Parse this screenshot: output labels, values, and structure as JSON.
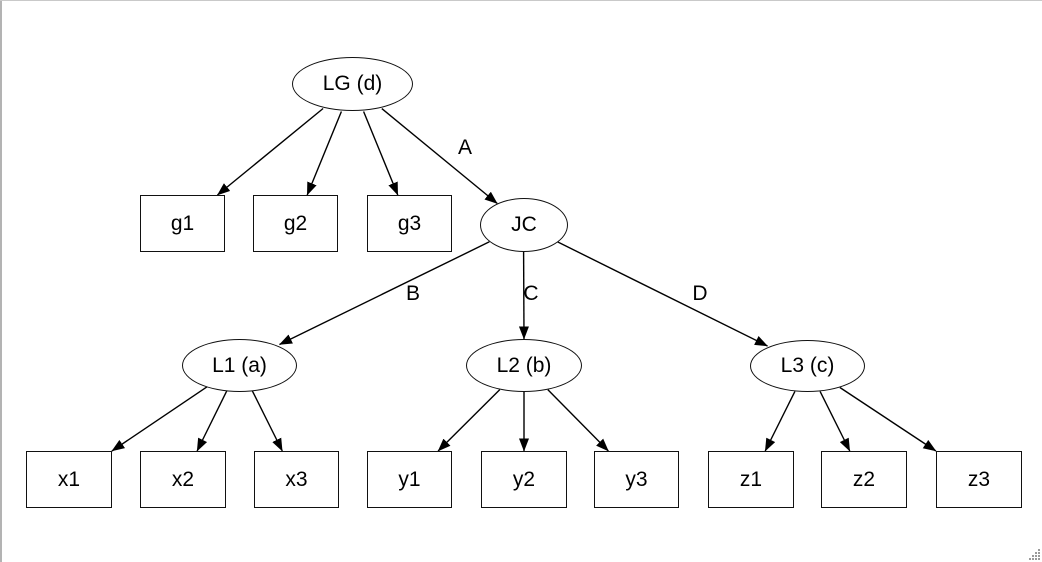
{
  "colors": {
    "background": "#ffffff",
    "node_stroke": "#111111",
    "edge_stroke": "#000000",
    "text": "#000000",
    "frame_border": "#b3b3b3",
    "resize_grip": "#9a9a9a"
  },
  "diagram": {
    "type": "directed-tree-graph",
    "nodes": [
      {
        "id": "LG",
        "label": "LG (d)",
        "shape": "ellipse"
      },
      {
        "id": "g1",
        "label": "g1",
        "shape": "box"
      },
      {
        "id": "g2",
        "label": "g2",
        "shape": "box"
      },
      {
        "id": "g3",
        "label": "g3",
        "shape": "box"
      },
      {
        "id": "JC",
        "label": "JC",
        "shape": "ellipse"
      },
      {
        "id": "L1",
        "label": "L1 (a)",
        "shape": "ellipse"
      },
      {
        "id": "L2",
        "label": "L2 (b)",
        "shape": "ellipse"
      },
      {
        "id": "L3",
        "label": "L3 (c)",
        "shape": "ellipse"
      },
      {
        "id": "x1",
        "label": "x1",
        "shape": "box"
      },
      {
        "id": "x2",
        "label": "x2",
        "shape": "box"
      },
      {
        "id": "x3",
        "label": "x3",
        "shape": "box"
      },
      {
        "id": "y1",
        "label": "y1",
        "shape": "box"
      },
      {
        "id": "y2",
        "label": "y2",
        "shape": "box"
      },
      {
        "id": "y3",
        "label": "y3",
        "shape": "box"
      },
      {
        "id": "z1",
        "label": "z1",
        "shape": "box"
      },
      {
        "id": "z2",
        "label": "z2",
        "shape": "box"
      },
      {
        "id": "z3",
        "label": "z3",
        "shape": "box"
      }
    ],
    "edges": [
      {
        "from": "LG",
        "to": "g1",
        "label": ""
      },
      {
        "from": "LG",
        "to": "g2",
        "label": ""
      },
      {
        "from": "LG",
        "to": "g3",
        "label": ""
      },
      {
        "from": "LG",
        "to": "JC",
        "label": "A"
      },
      {
        "from": "JC",
        "to": "L1",
        "label": "B"
      },
      {
        "from": "JC",
        "to": "L2",
        "label": "C"
      },
      {
        "from": "JC",
        "to": "L3",
        "label": "D"
      },
      {
        "from": "L1",
        "to": "x1",
        "label": ""
      },
      {
        "from": "L1",
        "to": "x2",
        "label": ""
      },
      {
        "from": "L1",
        "to": "x3",
        "label": ""
      },
      {
        "from": "L2",
        "to": "y1",
        "label": ""
      },
      {
        "from": "L2",
        "to": "y2",
        "label": ""
      },
      {
        "from": "L2",
        "to": "y3",
        "label": ""
      },
      {
        "from": "L3",
        "to": "z1",
        "label": ""
      },
      {
        "from": "L3",
        "to": "z2",
        "label": ""
      },
      {
        "from": "L3",
        "to": "z3",
        "label": ""
      }
    ]
  }
}
